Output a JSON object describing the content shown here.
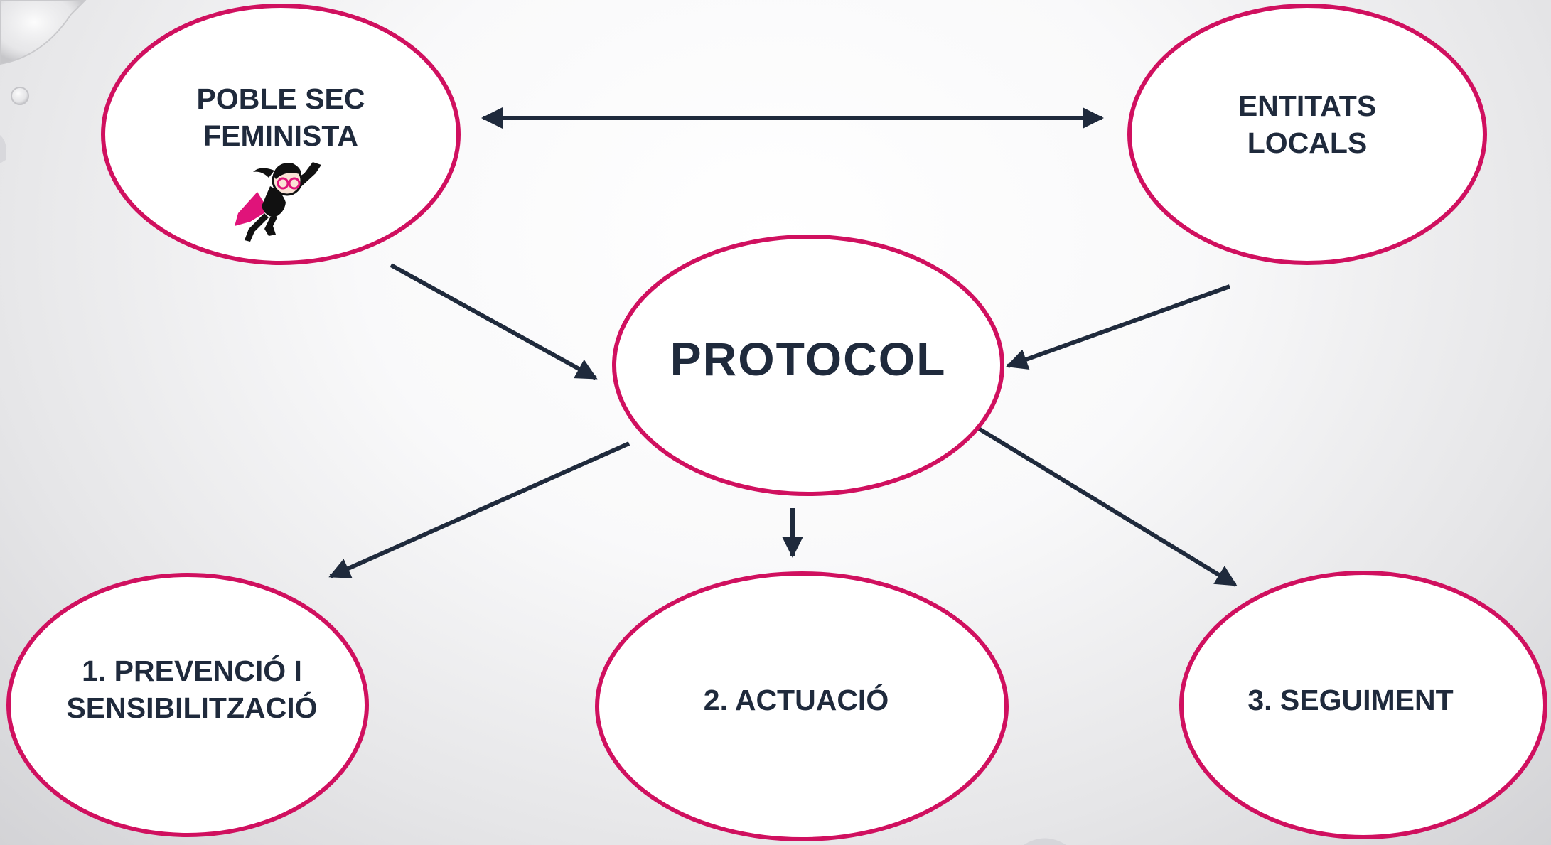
{
  "colors": {
    "node_border": "#d0105f",
    "node_fill": "#ffffff",
    "arrow": "#1f2a3c",
    "text": "#1f2a3c"
  },
  "nodes": {
    "poble_sec": {
      "line1": "POBLE SEC",
      "line2": "FEMINISTA",
      "icon": "superhero-girl-icon"
    },
    "entitats": {
      "line1": "ENTITATS",
      "line2": "LOCALS"
    },
    "protocol": {
      "label": "PROTOCOL"
    },
    "prevencio": {
      "line1": "1. PREVENCIÓ I",
      "line2": "SENSIBILITZACIÓ"
    },
    "actuacio": {
      "label": "2. ACTUACIÓ"
    },
    "seguiment": {
      "label": "3. SEGUIMENT"
    }
  }
}
